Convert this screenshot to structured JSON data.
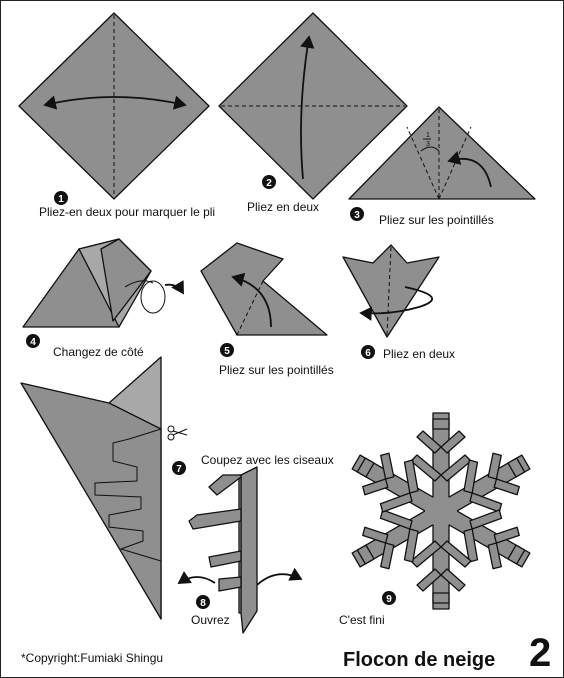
{
  "steps": [
    {
      "number": "1",
      "caption": "Pliez-en deux  pour marquer le pli"
    },
    {
      "number": "2",
      "caption": "Pliez en deux"
    },
    {
      "number": "3",
      "caption": "Pliez sur les pointillés"
    },
    {
      "number": "4",
      "caption": "Changez de côté"
    },
    {
      "number": "5",
      "caption": "Pliez sur les pointillés"
    },
    {
      "number": "6",
      "caption": "Pliez en deux"
    },
    {
      "number": "7",
      "caption": "Coupez avec les ciseaux"
    },
    {
      "number": "8",
      "caption": "Ouvrez"
    },
    {
      "number": "9",
      "caption": "C'est fini"
    }
  ],
  "fraction_mark": {
    "numerator": "1",
    "denominator": "3"
  },
  "icons": [
    "scissors-icon",
    "fold-arrow-icon",
    "turn-over-icon"
  ],
  "colors": {
    "paper": "#8f8f8f",
    "outline": "#111111"
  },
  "footer": {
    "copyright": "*Copyright:Fumiaki Shingu",
    "title": "Flocon de neige",
    "page_number": "2"
  }
}
